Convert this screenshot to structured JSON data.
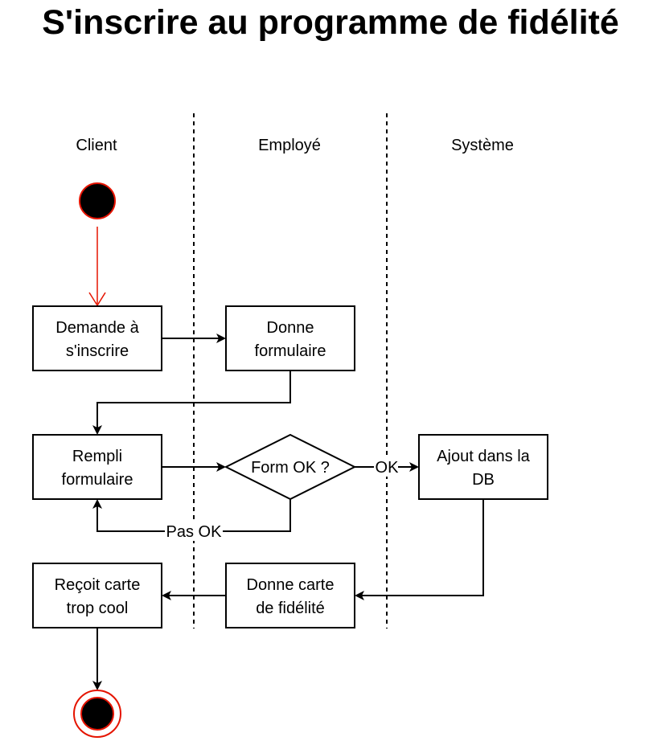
{
  "title": "S'inscrire au programme de fidélité",
  "lanes": {
    "client": "Client",
    "employe": "Employé",
    "systeme": "Système"
  },
  "nodes": {
    "demande": [
      "Demande à",
      "s'inscrire"
    ],
    "donne_formulaire": [
      "Donne",
      "formulaire"
    ],
    "rempli": [
      "Rempli",
      "formulaire"
    ],
    "decision": "Form OK ?",
    "ajout": [
      "Ajout dans la",
      "DB"
    ],
    "donne_carte": [
      "Donne carte",
      "de fidélité"
    ],
    "recoit": [
      "Reçoit carte",
      "trop cool"
    ]
  },
  "edges": {
    "ok": "OK",
    "pas_ok": "Pas OK"
  },
  "colors": {
    "start_stroke": "#e51400",
    "start_arrow": "#e51400",
    "node_fill": "#000000",
    "line": "#000000"
  }
}
